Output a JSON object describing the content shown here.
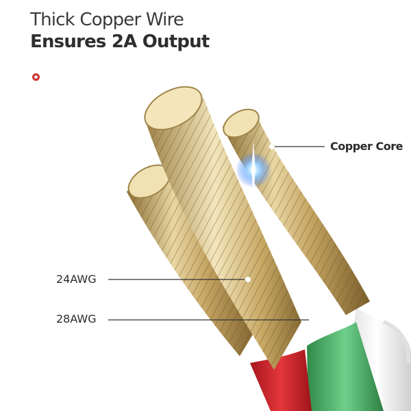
{
  "heading": {
    "line1": "Thick Copper Wire",
    "line2": "Ensures 2A Output"
  },
  "callouts": {
    "copper_core": "Copper Core",
    "awg24": "24AWG",
    "awg28": "28AWG"
  },
  "colors": {
    "copper": "#c9ad6e",
    "red_jacket": "#d8262c",
    "green_jacket": "#4fb86a",
    "white_jacket": "#f2f2f2",
    "accent_red": "#b0141b"
  }
}
